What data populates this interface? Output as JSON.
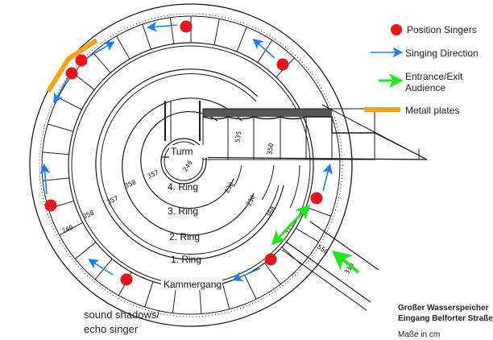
{
  "legend": {
    "singers": "Position Singers",
    "direction": "Singing Direction",
    "entrance_line1": "Entrance/Exit",
    "entrance_line2": "Audience",
    "plates": "Metall plates"
  },
  "colors": {
    "singer": "#e8141b",
    "direction": "#1a7ff0",
    "entrance": "#22e61e",
    "plates": "#f5a31c"
  },
  "plan": {
    "tower": "Turm",
    "rings": [
      "4. Ring",
      "3. Ring",
      "2. Ring",
      "1. Ring"
    ],
    "corridor": "Kammergang",
    "dimensions": [
      "240",
      "357",
      "358",
      "357",
      "358",
      "240",
      "535",
      "350",
      "230",
      "230",
      "360",
      "315",
      "550",
      "310"
    ]
  },
  "annotation": {
    "line1": "sound shadows/",
    "line2": "echo singer"
  },
  "caption": {
    "title1": "Großer Wasserspeicher",
    "title2": "Eingang Belforter Straße",
    "units": "Maße in cm"
  }
}
